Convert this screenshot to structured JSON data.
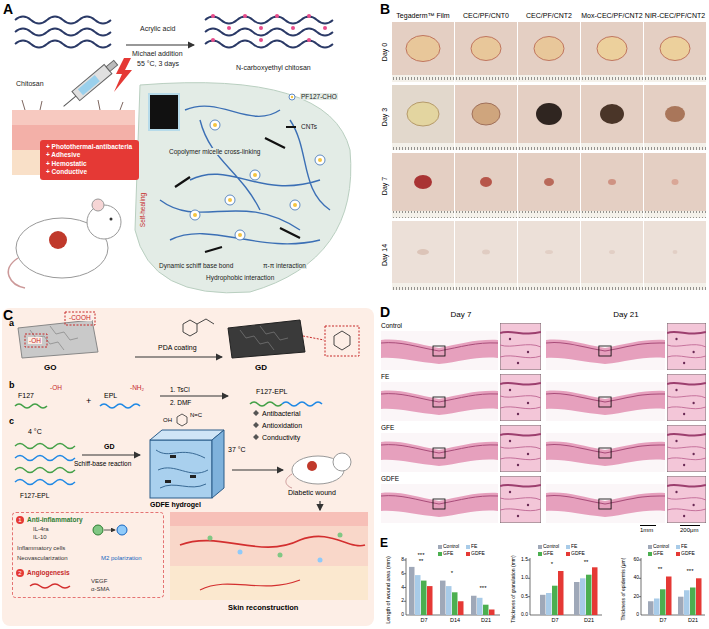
{
  "diagram": {
    "nodes": [
      {
        "text": [
          "+ Photothermal-antibacteria",
          "+ Adhesive",
          "+ Hemostatic",
          "+ Conductive"
        ]
      },
      {
        "text": [
          "1",
          "Anti-inflammatory",
          "IL-4ra",
          "IL-10",
          "Inflammatory cells",
          "Neovascularization",
          "M2 polarization",
          "2",
          "Angiogenesis",
          "VEGF",
          "α-SMA"
        ]
      }
    ],
    "labels": [
      "A",
      "Acrylic acid",
      "Michael addition",
      "55 °C, 3 days",
      "Chitosan",
      "N-carboxyethyl chitosan",
      "PF127-CHO",
      "CNTs",
      "Copolymer micelle cross-linking",
      "Self-healing",
      "Dynamic schiff base bond",
      "π-π interaction",
      "Hydrophobic interaction",
      "B",
      "Tegaderm™ Film",
      "CEC/PF/CNT0",
      "CEC/PF/CNT2",
      "Mox-CEC/PF/CNT2",
      "NIR-CEC/PF/CNT2",
      "Day 0",
      "Day 3",
      "Day 7",
      "Day 14",
      "C",
      "a",
      "-OH",
      "-COOH",
      "GO",
      "PDA coating",
      "GD",
      "b",
      "F127",
      "-OH",
      "+",
      "EPL",
      "-NH₂",
      "1. TsCl",
      "2. DMF",
      "F127-EPL",
      "c",
      "4 °C",
      "F127-EPL",
      "GD",
      "Schiff-base reaction",
      "N=C",
      "OH",
      "37 °C",
      "GDFE hydrogel",
      "Antibacterial",
      "Antioxidation",
      "Conductivity",
      "Diabetic wound",
      "Skin reconstruction",
      "D",
      "Day 7",
      "Day 21",
      "Control",
      "FE",
      "GFE",
      "GDFE",
      "1mm",
      "200μm",
      "E",
      "Length of wound area (mm)",
      "Thickness of granulation (mm)",
      "Thickness of epidermis (μm)",
      "0",
      "2",
      "4",
      "6",
      "8",
      "D7",
      "D14",
      "D21",
      "0.0",
      "0.5",
      "1.0",
      "1.5",
      "D7",
      "D21",
      "0",
      "20",
      "40",
      "60",
      "D7",
      "D21",
      "***",
      "**",
      "*",
      "***",
      "*",
      "**",
      "**",
      "***"
    ],
    "legend": [
      {
        "text": "Control",
        "color": "#9fa8b8"
      },
      {
        "text": "FE",
        "color": "#a8cbe8"
      },
      {
        "text": "GFE",
        "color": "#4caf50"
      },
      {
        "text": "GDFE",
        "color": "#e53935"
      },
      {
        "text": "Control",
        "color": "#9fa8b8"
      },
      {
        "text": "FE",
        "color": "#a8cbe8"
      },
      {
        "text": "GFE",
        "color": "#4caf50"
      },
      {
        "text": "GDFE",
        "color": "#e53935"
      },
      {
        "text": "Control",
        "color": "#9fa8b8"
      },
      {
        "text": "FE",
        "color": "#a8cbe8"
      },
      {
        "text": "GFE",
        "color": "#4caf50"
      },
      {
        "text": "GDFE",
        "color": "#e53935"
      }
    ]
  }
}
